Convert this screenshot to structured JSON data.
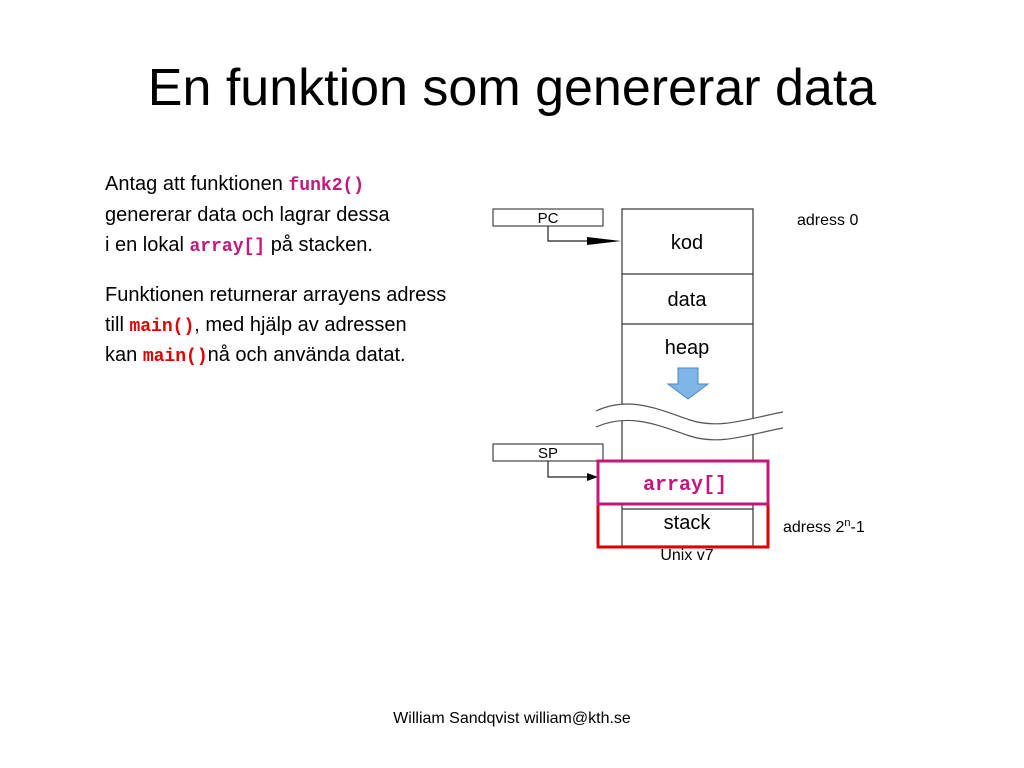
{
  "slide": {
    "title": "En funktion som genererar data",
    "footer": "William Sandqvist  william@kth.se"
  },
  "text": {
    "p1_line1_prefix": "Antag att funktionen",
    "p1_line1_code": "funk2()",
    "p1_line2": "genererar data och lagrar dessa",
    "p1_line3_prefix": "i en lokal",
    "p1_line3_code": "array[]",
    "p1_line3_suffix": "på stacken.",
    "p2_line1": "Funktionen returnerar arrayens adress",
    "p2_line2_prefix": "till",
    "p2_line2_code": "main()",
    "p2_line2_suffix": ", med hjälp av adressen",
    "p2_line3_prefix": "kan",
    "p2_line3_code": "main()",
    "p2_line3_suffix": "nå och använda datat."
  },
  "diagram": {
    "pc_label": "PC",
    "sp_label": "SP",
    "segments": {
      "kod": "kod",
      "data": "data",
      "heap": "heap",
      "stack": "stack"
    },
    "array_label": "array[]",
    "address_top": "adress 0",
    "address_bottom_prefix": "adress 2",
    "address_bottom_sup": "n",
    "address_bottom_suffix": "-1",
    "caption": "Unix v7"
  },
  "colors": {
    "code_magenta": "#c8157a",
    "code_red": "#e00000",
    "array_box": "#c8157a",
    "stack_box": "#e00000",
    "heap_arrow": "#7fb5e8"
  }
}
